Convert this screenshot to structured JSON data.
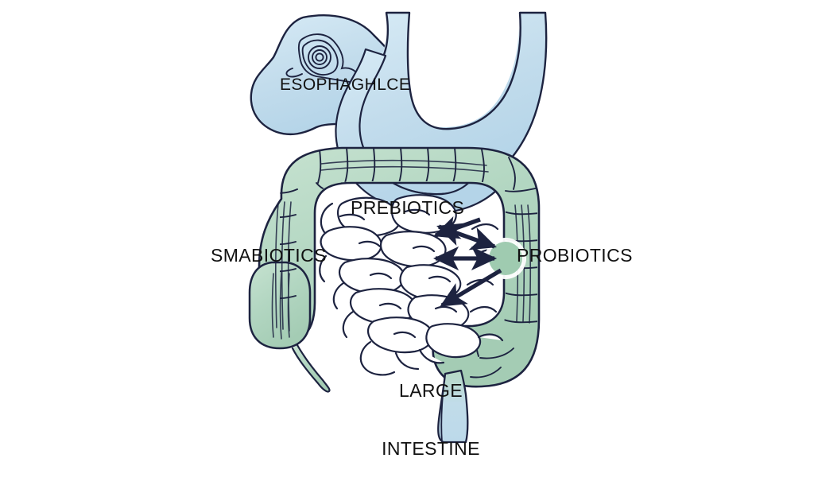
{
  "diagram": {
    "title": "Human digestive tract illustration with probiotic relationships",
    "background_color": "#ffffff",
    "labels": {
      "esophagus": "ESOPHAGHLCE",
      "prebiotics": "PREBIOTICS",
      "smabiotics": "SMABIOTICS",
      "probiotics": "PROBIOTICS",
      "large_intestine_line1": "LARGE",
      "large_intestine_line2": "INTESTINE"
    },
    "colors": {
      "outline": "#1d2340",
      "stomach_fill": "#c2dcec",
      "esophagus_fill": "#c2dcec",
      "colon_fill": "#b2d6c1",
      "small_intestine_fill": "#ffffff",
      "arrow": "#1d2340",
      "node_fill": "#9fcbb0",
      "text": "#111111"
    },
    "organs": [
      {
        "name": "esophagus-blob",
        "fill_key": "esophagus_fill"
      },
      {
        "name": "esophagus-sphincter-detail",
        "fill_key": "esophagus_fill"
      },
      {
        "name": "stomach",
        "fill_key": "stomach_fill"
      },
      {
        "name": "duodenum",
        "fill_key": "stomach_fill"
      },
      {
        "name": "ascending-colon",
        "fill_key": "colon_fill"
      },
      {
        "name": "transverse-colon",
        "fill_key": "colon_fill"
      },
      {
        "name": "descending-colon",
        "fill_key": "colon_fill"
      },
      {
        "name": "cecum",
        "fill_key": "colon_fill"
      },
      {
        "name": "appendix",
        "fill_key": "colon_fill"
      },
      {
        "name": "sigmoid-colon",
        "fill_key": "colon_fill"
      },
      {
        "name": "rectum",
        "fill_key": "stomach_fill"
      },
      {
        "name": "small-intestine",
        "fill_key": "small_intestine_fill"
      }
    ],
    "arrows": [
      {
        "name": "arrow-prebiotics-to-probiotics",
        "style": "double-headed",
        "direction": "diagonal-down-right"
      },
      {
        "name": "arrow-smabiotics-probiotics",
        "style": "double-headed",
        "direction": "horizontal"
      },
      {
        "name": "arrow-probiotics-to-lower-gut",
        "style": "single-headed",
        "direction": "diagonal-down-left"
      }
    ]
  }
}
